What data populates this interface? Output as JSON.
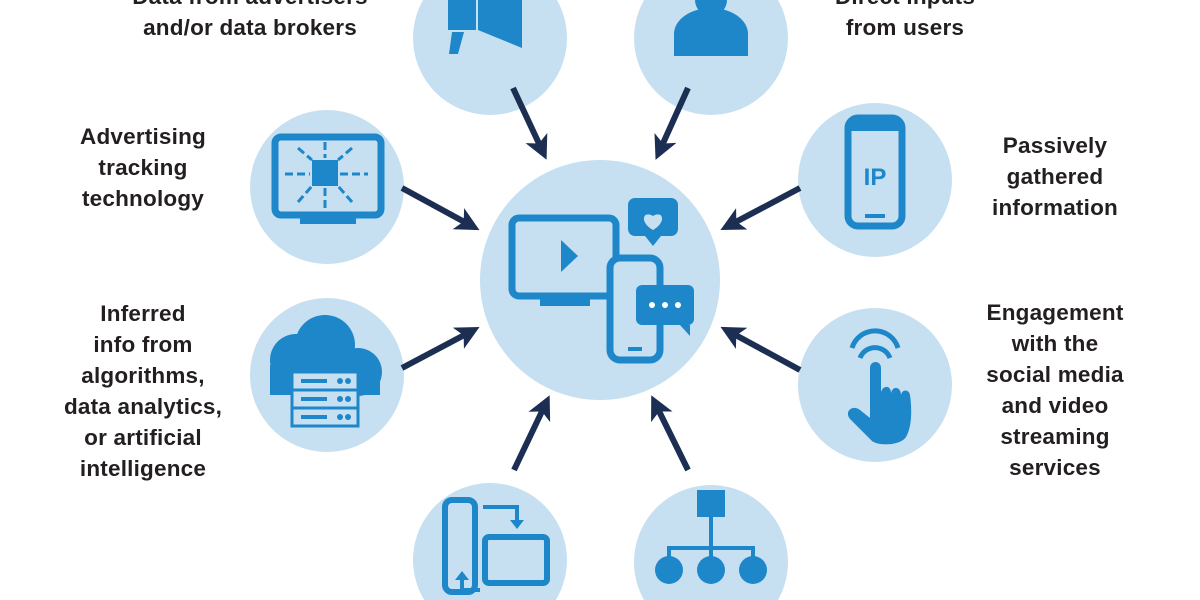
{
  "colors": {
    "circle": "#c6e0f1",
    "icon": "#1e87c9",
    "arrow": "#1c2f52",
    "text": "#231f20"
  },
  "center": {
    "icon": "devices-social-media-icon"
  },
  "sources": [
    {
      "id": "advertisers",
      "icon": "megaphone-icon",
      "lines": [
        "Data from advertisers",
        "and/or data brokers"
      ]
    },
    {
      "id": "direct-inputs",
      "icon": "user-icon",
      "lines": [
        "Direct inputs",
        "from users"
      ]
    },
    {
      "id": "ad-tracking",
      "icon": "tracking-monitor-icon",
      "lines": [
        "Advertising",
        "tracking",
        "technology"
      ]
    },
    {
      "id": "passive",
      "icon": "phone-ip-icon",
      "lines": [
        "Passively",
        "gathered",
        "information"
      ]
    },
    {
      "id": "inferred",
      "icon": "cloud-server-icon",
      "lines": [
        "Inferred",
        "info from",
        "algorithms,",
        "data analytics,",
        "or artificial",
        "intelligence"
      ]
    },
    {
      "id": "engagement",
      "icon": "touch-hand-icon",
      "lines": [
        "Engagement",
        "with the",
        "social media",
        "and video",
        "streaming",
        "services"
      ]
    },
    {
      "id": "device-sync",
      "icon": "device-sync-icon"
    },
    {
      "id": "hierarchy",
      "icon": "hierarchy-icon"
    }
  ],
  "ip_text": "IP"
}
